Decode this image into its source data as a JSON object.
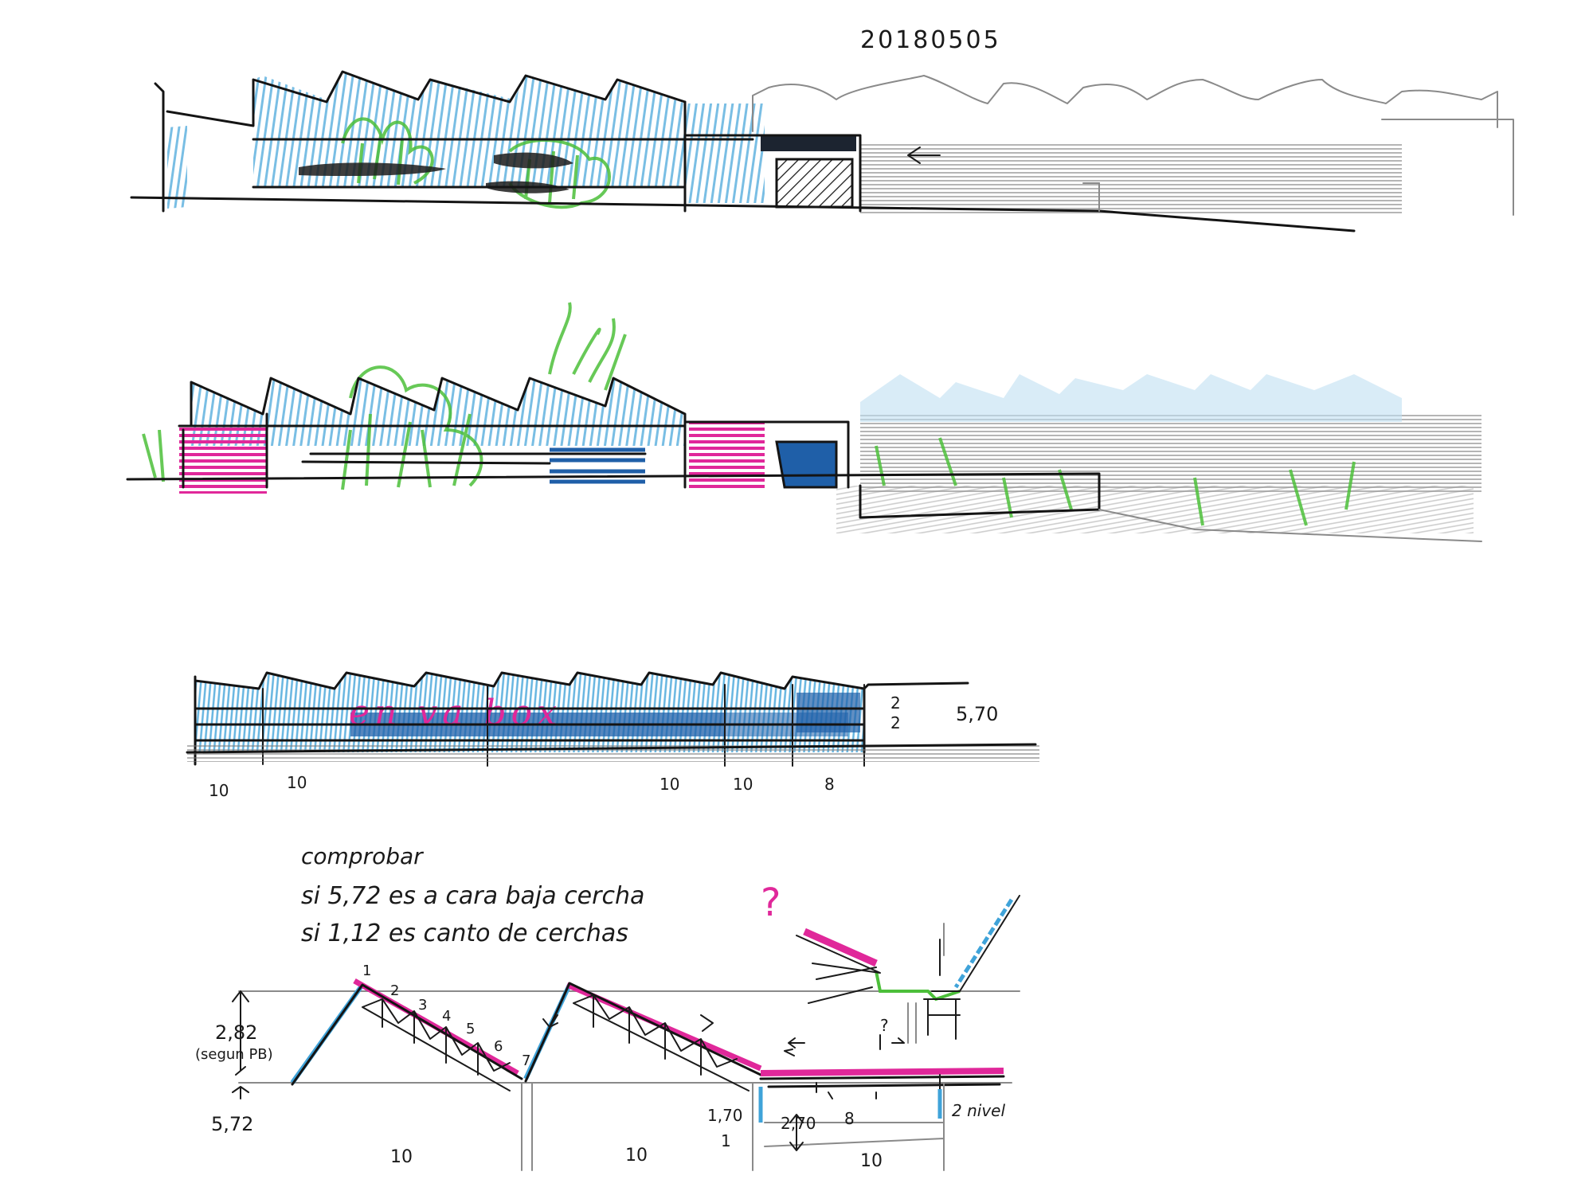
{
  "sheet": {
    "date": "20180505",
    "colors": {
      "ink": "#141414",
      "glass_blue": "#3fa3d9",
      "dark_blue": "#1f5fa8",
      "magenta": "#e0289a",
      "green": "#4cbf3a",
      "graphite": "#8a8a8a"
    }
  },
  "elevation_1": {
    "arrow_icon": "left-arrow"
  },
  "elevation_3": {
    "graffiti": "en va box",
    "dims_right": [
      "2",
      "2"
    ],
    "height_note": "5,70",
    "bay_dims": [
      "10",
      "10",
      "10",
      "10",
      "8"
    ]
  },
  "notes": {
    "line1": "comprobar",
    "line2": "si 5,72 es a cara baja cercha",
    "line3": "si 1,12 es canto de cerchas",
    "question": "?"
  },
  "section": {
    "height_top": "2,82",
    "height_top_note": "(segun PB)",
    "height_bottom": "5,72",
    "truss_numbers": [
      "1",
      "2",
      "3",
      "4",
      "5",
      "6",
      "7"
    ],
    "dim_170": "1,70",
    "dim_270": "2,70",
    "dim_8": "8",
    "dim_1": "1",
    "nivel": "2 nivel",
    "bays": [
      "10",
      "10",
      "10"
    ],
    "detail_question": "?"
  }
}
